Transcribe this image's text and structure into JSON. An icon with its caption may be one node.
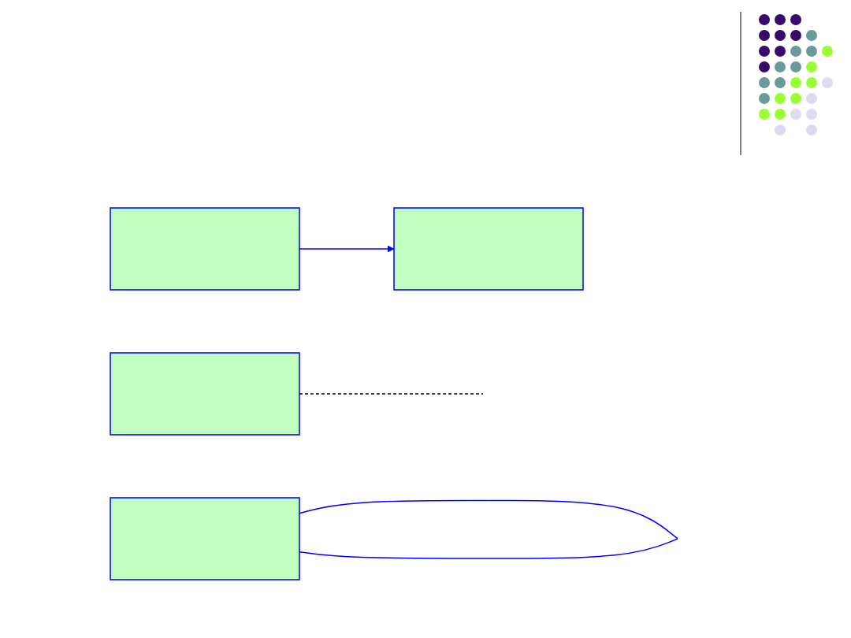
{
  "diagram": {
    "nodes": [
      {
        "text": [],
        "shape": "box"
      },
      {
        "text": [],
        "shape": "box"
      },
      {
        "text": [],
        "shape": "box"
      },
      {
        "text": [],
        "shape": "box"
      }
    ],
    "edges": [
      {
        "from": 0,
        "to": 0,
        "arrow": "none"
      },
      {
        "from": 1,
        "to": null,
        "arrow": "none",
        "style": "dashed",
        "color": "#000000"
      },
      {
        "from": 3,
        "to": 2,
        "arrow": "to"
      }
    ]
  }
}
